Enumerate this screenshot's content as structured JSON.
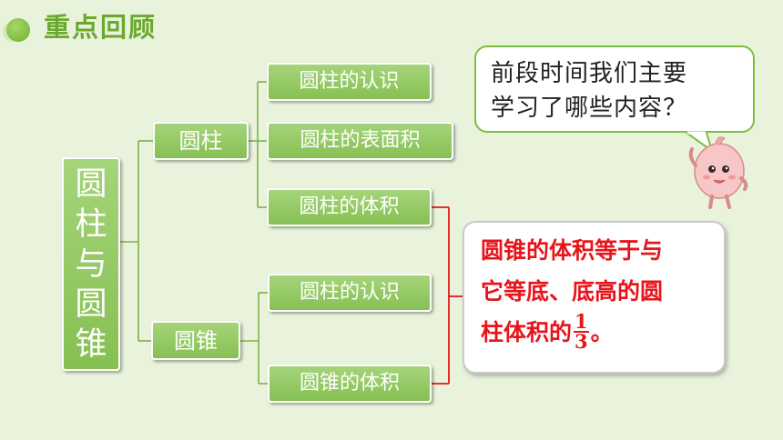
{
  "header": {
    "title": "重点回顾"
  },
  "root": {
    "chars": [
      "圆",
      "柱",
      "与",
      "圆",
      "锥"
    ]
  },
  "branches": {
    "cylinder": {
      "label": "圆柱",
      "items": [
        "圆柱的认识",
        "圆柱的表面积",
        "圆柱的体积"
      ]
    },
    "cone": {
      "label": "圆锥",
      "items": [
        "圆柱的认识",
        "圆锥的体积"
      ]
    }
  },
  "bubble": {
    "line1": "前段时间我们主要",
    "line2": "学习了哪些内容？"
  },
  "note": {
    "line1": "圆锥的体积等于与",
    "line2": "它等底、底高的圆",
    "line3_prefix": "柱体积的",
    "frac_num": "1",
    "frac_den": "3",
    "line3_suffix": "。"
  },
  "colors": {
    "background": "#e9f3dc",
    "box": "#93c860",
    "connector": "#7ab24a",
    "bracket": "#e8141b",
    "note_text": "#e8141b",
    "title": "#6aa92e"
  },
  "icons": {
    "header_bullet": "green-dot-icon",
    "mascot": "cartoon-mascot-icon"
  }
}
